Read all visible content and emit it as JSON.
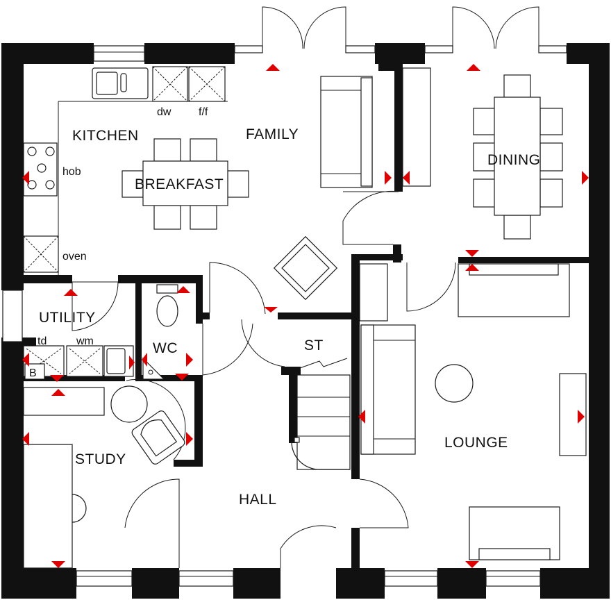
{
  "rooms": {
    "kitchen": "KITCHEN",
    "family": "FAMILY",
    "dining": "DINING",
    "breakfast": "BREAKFAST",
    "utility": "UTILITY",
    "wc": "WC",
    "st": "ST",
    "study": "STUDY",
    "lounge": "LOUNGE",
    "hall": "HALL"
  },
  "appliances": {
    "dw": "dw",
    "ff": "f/f",
    "hob": "hob",
    "oven": "oven",
    "td": "td",
    "wm": "wm",
    "boiler": "B"
  },
  "colors": {
    "wall": "#111111",
    "marker": "#e00000",
    "background": "#ffffff"
  }
}
